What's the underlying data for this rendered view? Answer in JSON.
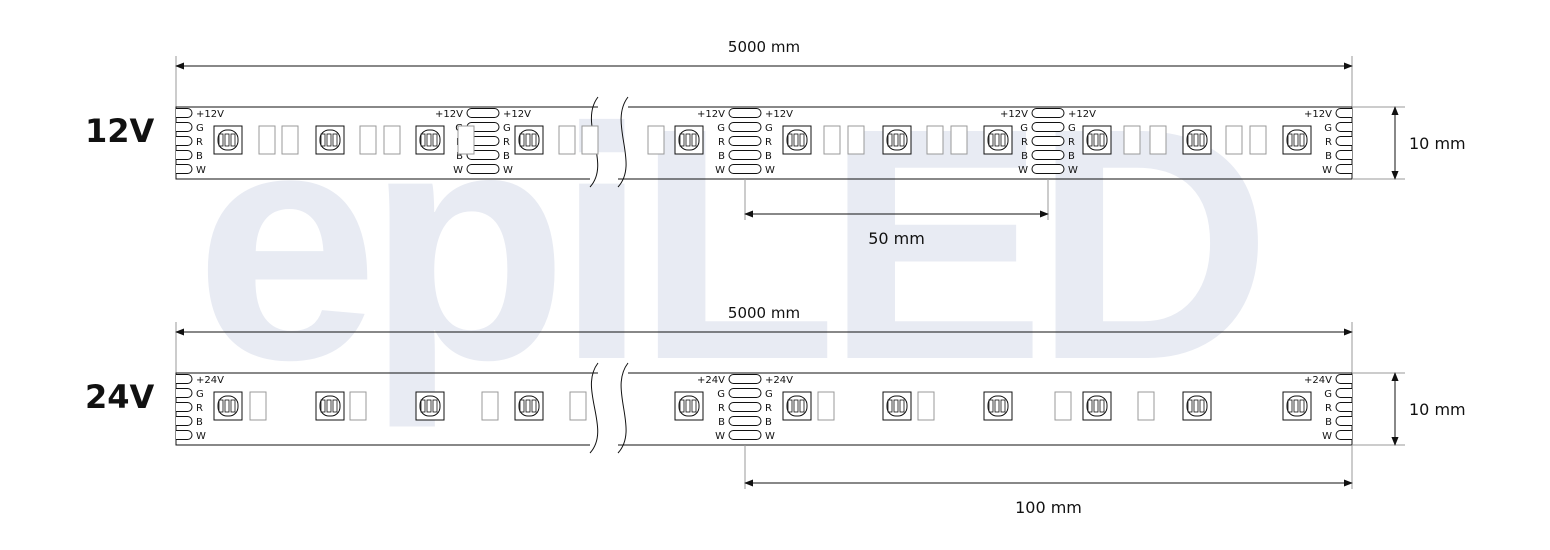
{
  "watermark": {
    "text": "epiLED",
    "color": "#e8ebf3"
  },
  "strips": [
    {
      "voltage": "12V",
      "total_length_label": "5000 mm",
      "width_label": "10 mm",
      "cut_label": "50 mm",
      "pads": [
        "+12V",
        "G",
        "R",
        "B",
        "W"
      ],
      "leds_per_section": 3,
      "chips_between_leds": 2
    },
    {
      "voltage": "24V",
      "total_length_label": "5000 mm",
      "width_label": "10 mm",
      "cut_label": "100 mm",
      "pads": [
        "+24V",
        "G",
        "R",
        "B",
        "W"
      ],
      "leds_per_section": 6,
      "chips_between_leds": 1
    }
  ]
}
